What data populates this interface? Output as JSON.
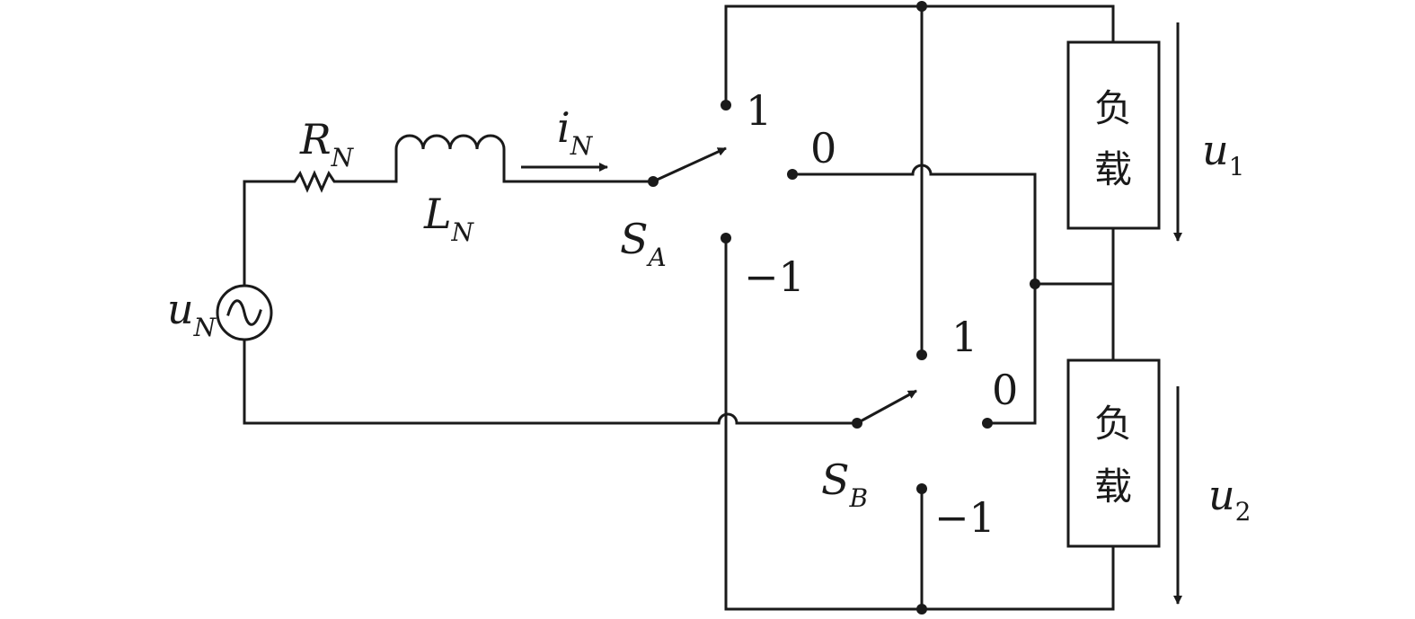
{
  "labels": {
    "resistor": {
      "main": "R",
      "sub": "N"
    },
    "inductor": {
      "main": "L",
      "sub": "N"
    },
    "current": {
      "main": "i",
      "sub": "N"
    },
    "source": {
      "main": "u",
      "sub": "N"
    },
    "switch_a": {
      "main": "S",
      "sub": "A"
    },
    "switch_b": {
      "main": "S",
      "sub": "B"
    },
    "voltage_1": {
      "main": "u",
      "sub": "1"
    },
    "voltage_2": {
      "main": "u",
      "sub": "2"
    }
  },
  "switch_a_positions": {
    "p1": "1",
    "p0": "0",
    "m1": "−1"
  },
  "switch_b_positions": {
    "p1": "1",
    "p0": "0",
    "m1": "−1"
  },
  "loads": {
    "upper": {
      "line1": "负",
      "line2": "载"
    },
    "lower": {
      "line1": "负",
      "line2": "载"
    }
  }
}
